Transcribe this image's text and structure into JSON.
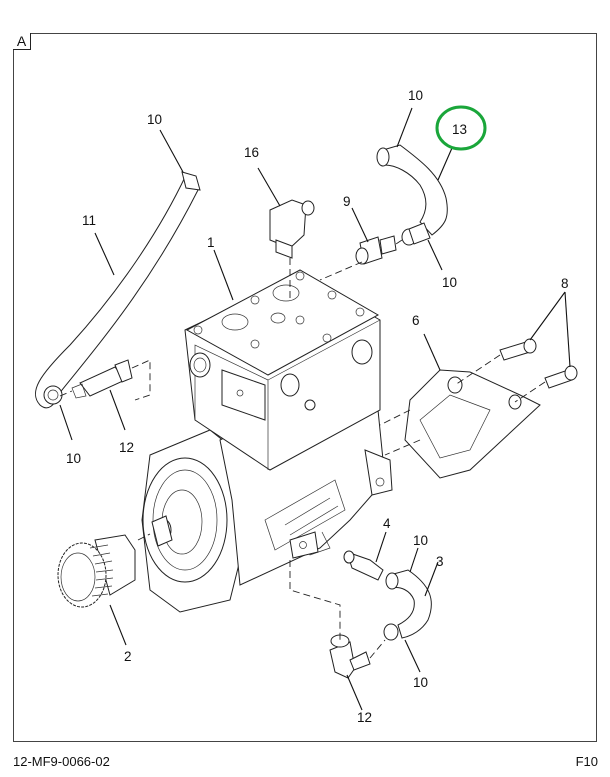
{
  "view_label": "A",
  "callouts": [
    {
      "id": "c-10a",
      "text": "10",
      "part": "hose-clamp"
    },
    {
      "id": "c-11",
      "text": "11",
      "part": "hose"
    },
    {
      "id": "c-10b",
      "text": "10",
      "part": "hose-clamp"
    },
    {
      "id": "c-12a",
      "text": "12",
      "part": "fitting"
    },
    {
      "id": "c-16",
      "text": "16",
      "part": "elbow-fitting"
    },
    {
      "id": "c-1",
      "text": "1",
      "part": "air-compressor"
    },
    {
      "id": "c-9",
      "text": "9",
      "part": "fitting"
    },
    {
      "id": "c-10c",
      "text": "10",
      "part": "hose-clamp"
    },
    {
      "id": "c-13",
      "text": "13",
      "part": "hose",
      "highlighted": true
    },
    {
      "id": "c-10d",
      "text": "10",
      "part": "hose-clamp"
    },
    {
      "id": "c-8",
      "text": "8",
      "part": "bolts"
    },
    {
      "id": "c-6",
      "text": "6",
      "part": "bracket"
    },
    {
      "id": "c-2",
      "text": "2",
      "part": "gear"
    },
    {
      "id": "c-4",
      "text": "4",
      "part": "fitting"
    },
    {
      "id": "c-10e",
      "text": "10",
      "part": "hose-clamp"
    },
    {
      "id": "c-3",
      "text": "3",
      "part": "hose"
    },
    {
      "id": "c-10f",
      "text": "10",
      "part": "hose-clamp"
    },
    {
      "id": "c-12b",
      "text": "12",
      "part": "elbow-fitting"
    }
  ],
  "highlight_color": "#1aa63a",
  "footer": {
    "drawing_number": "12-MF9-0066-02",
    "figure_code": "F10"
  }
}
